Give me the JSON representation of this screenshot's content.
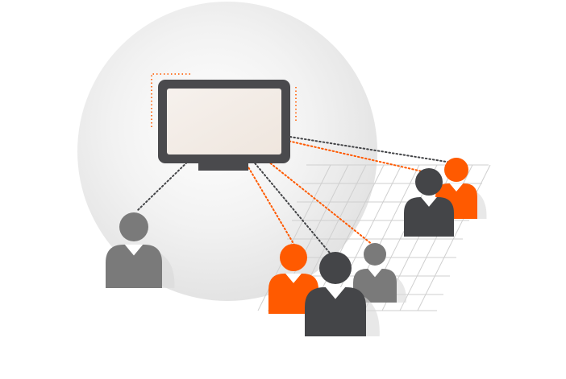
{
  "colors": {
    "background": "#ffffff",
    "orange": "#ff5a00",
    "dark_gray": "#444548",
    "mid_gray": "#7a7a7a",
    "monitor_frame": "#4a4a4d",
    "screen_fill": "#f3ece6",
    "grid_line": "#c9c9c9"
  },
  "icons": {
    "display": "monitor-icon",
    "people": [
      "person-gray-left",
      "person-orange-front",
      "person-dark-center",
      "person-gray-small",
      "person-dark-right",
      "person-orange-right"
    ]
  }
}
